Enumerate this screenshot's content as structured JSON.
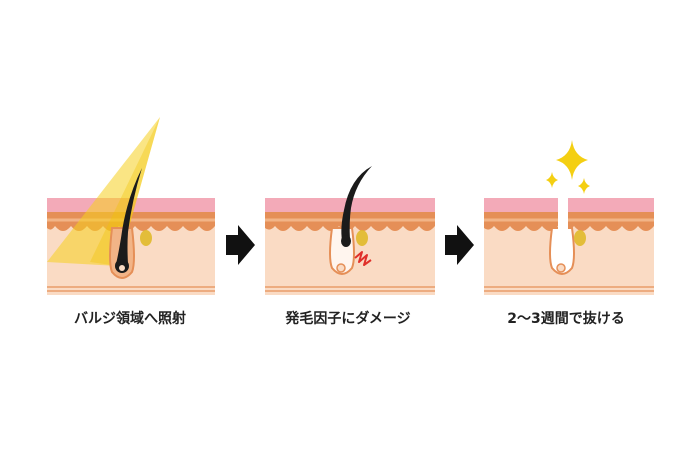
{
  "steps": [
    {
      "caption": "バルジ領域へ照射"
    },
    {
      "caption": "発毛因子にダメージ"
    },
    {
      "caption": "2～3週間で抜ける"
    }
  ],
  "colors": {
    "epidermis_top": "#f3aab8",
    "dermis": "#fadbc4",
    "wavy_layer": "#e58f57",
    "wavy_light": "#f2b487",
    "light_beam": "#f6d01f",
    "hair": "#1b1b1b",
    "sebaceous_gland": "#e0b92a",
    "damage_mark": "#e0302a",
    "sparkle": "#f4cf12",
    "arrow": "#111111"
  }
}
